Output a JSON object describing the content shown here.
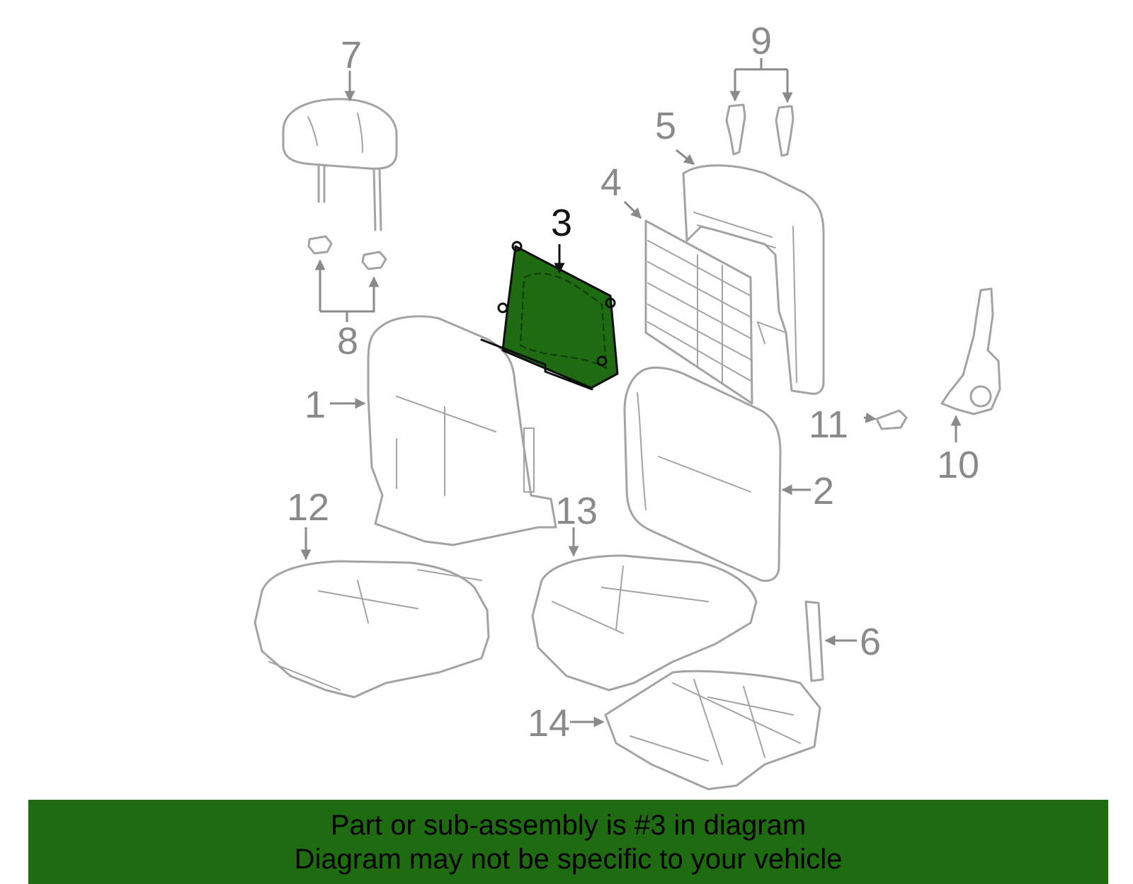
{
  "diagram": {
    "highlighted_part": "3",
    "callouts": [
      "1",
      "2",
      "3",
      "4",
      "5",
      "6",
      "7",
      "8",
      "9",
      "10",
      "11",
      "12",
      "13",
      "14"
    ]
  },
  "banner": {
    "line1": "Part or sub-assembly is #3 in diagram",
    "line2": "Diagram may not be specific to your vehicle"
  },
  "colors": {
    "highlight": "#1e6b12",
    "line_art": "#a3a3a3",
    "callout_text": "#8a8a8a"
  }
}
